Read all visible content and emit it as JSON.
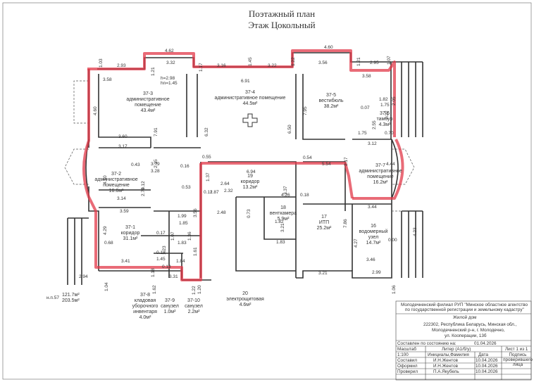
{
  "title": {
    "line1": "Поэтажный план",
    "line2": "Этаж Цокольный"
  },
  "rooms": [
    {
      "id": "37-3",
      "name": "административное помещение",
      "area": "43.4м²"
    },
    {
      "id": "37-4",
      "name": "административное помещение",
      "area": "44.5м²"
    },
    {
      "id": "37-5",
      "name": "вестибюль",
      "area": "38.2м²"
    },
    {
      "id": "37-6",
      "name": "тамбур",
      "area": "4.3м²"
    },
    {
      "id": "37-2",
      "name": "административное помещение",
      "area": "16.6м²"
    },
    {
      "id": "37-7",
      "name": "административное помещение",
      "area": "16.2м²"
    },
    {
      "id": "19",
      "name": "коридор",
      "area": "13.2м²"
    },
    {
      "id": "18",
      "name": "венткамера",
      "area": "5.9м²"
    },
    {
      "id": "17",
      "name": "ИТП",
      "area": "25.2м²"
    },
    {
      "id": "16",
      "name": "водомерный узел",
      "area": "14.7м²"
    },
    {
      "id": "37-1",
      "name": "коридор",
      "area": "31.1м²"
    },
    {
      "id": "37-8",
      "name": "кладовая уборочного инвентаря",
      "area": "4.0м²"
    },
    {
      "id": "37-9",
      "name": "санузел",
      "area": "1.0м²"
    },
    {
      "id": "37-10",
      "name": "санузел",
      "area": "2.2м²"
    },
    {
      "id": "20",
      "name": "электрощитовая",
      "area": "4.6м²"
    }
  ],
  "heights": {
    "h": "h=2.98",
    "hn": "hn=1.45"
  },
  "dimensions": [
    "1.03",
    "2.93",
    "1.21",
    "4.62",
    "3.32",
    "1.17",
    "3.16",
    "1.45",
    "3.22",
    "1.22",
    "4.60",
    "3.56",
    "1.21",
    "1.07",
    "2.95",
    "3.58",
    "4.60",
    "6.91",
    "7.95",
    "3.58",
    "2.05",
    "1.82",
    "1.75",
    "0.07",
    "2.55",
    "1.22",
    "7.91",
    "6.32",
    "6.50",
    "1.75",
    "0.70",
    "3.60",
    "3.17",
    "3.12",
    "2.15",
    "0.55",
    "0.54",
    "4.44",
    "0.43",
    "3.79",
    "3.28",
    "0.16",
    "1.37",
    "6.94",
    "2.17",
    "5.54",
    "4.10",
    "4.12",
    "2.70",
    "0.53",
    "2.64",
    "2.32",
    "1.87",
    "0.12",
    "4.26",
    "0.18",
    "3.37",
    "3.14",
    "3.56",
    "0.73",
    "3.21",
    "7.86",
    "3.44",
    "3.59",
    "2.48",
    "1.82",
    "1.99",
    "4.29",
    "1.85",
    "0.17",
    "1.07",
    "1.36",
    "4.23",
    "4.27",
    "0.68",
    "1.83",
    "1.83",
    "0.00",
    "0.18",
    "1.45",
    "3.41",
    "1.84",
    "1.61",
    "1.23",
    "0.13",
    "3.46",
    "1.18",
    "3.21",
    "2.99",
    "2.94",
    "1.04",
    "3.31",
    "1.22",
    "1.06",
    "1.20",
    "1.62"
  ],
  "totals": {
    "line1": "121.7м²",
    "line2": "203.5м²",
    "note": "н.п.57"
  },
  "stamp": {
    "org1": "Молодечненский филиал РУП \"Минское областное агентство",
    "org2": "по государственной регистрации и земельному кадастру\"",
    "object": "Жилой дом",
    "addr1": "222302, Республика Беларусь, Минская обл.,",
    "addr2": "Молодечненский р-н, г. Молодечно,",
    "addr3": "ул. Кооперации, 13б",
    "state_label": "Составлен по состоянию на:",
    "state_date": "01.04.2026",
    "scale_label": "Масштаб",
    "scale_value": "1:100",
    "sheet_label": "Лист 1 из 1",
    "col_name": "Инициалы,Фамилия",
    "col_date": "Дата",
    "col_sign": "Подпись проверившего лица",
    "people": [
      {
        "role": "Составил",
        "name": "И.Н.Жентов",
        "date": "10.04.2026"
      },
      {
        "role": "Оформил",
        "name": "И.Н.Жентов",
        "date": "10.04.2026"
      },
      {
        "role": "Проверил",
        "name": "П.А.Якубель",
        "date": "10.04.2026"
      }
    ],
    "letter": "Литер (А1/б/у)"
  },
  "colors": {
    "highlight": "#e23a4a",
    "line": "#333333",
    "thin": "#555555"
  }
}
